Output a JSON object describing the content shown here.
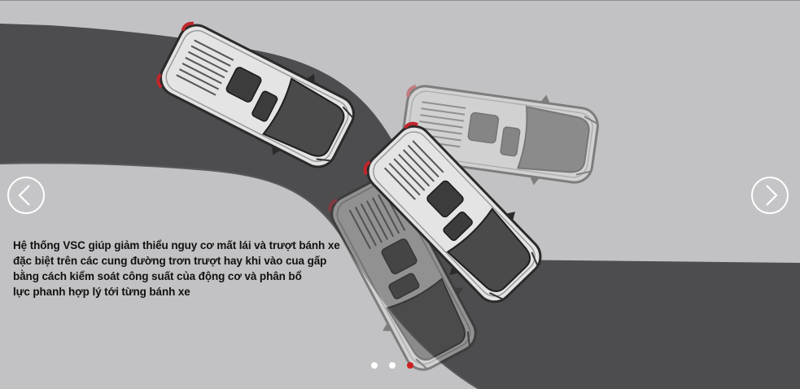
{
  "caption": {
    "lines": [
      "Hệ thống VSC giúp giảm thiểu nguy cơ mất lái và trượt bánh xe",
      "đặc biệt trên các cung đường trơn trượt hay khi vào cua gấp",
      "bằng cách kiểm soát công suất của động cơ và phân bổ",
      "lực phanh hợp lý tới từng bánh xe"
    ]
  },
  "navigation": {
    "prev_icon": "chevron-left-icon",
    "next_icon": "chevron-right-icon"
  },
  "pagination": {
    "count": 3,
    "active_index": 2
  },
  "colors": {
    "background": "#c2c2c4",
    "road": "#4d4d4f",
    "active_dot": "#cf1f1f",
    "inactive_dot": "#ffffff",
    "caption_text": "#111111"
  }
}
